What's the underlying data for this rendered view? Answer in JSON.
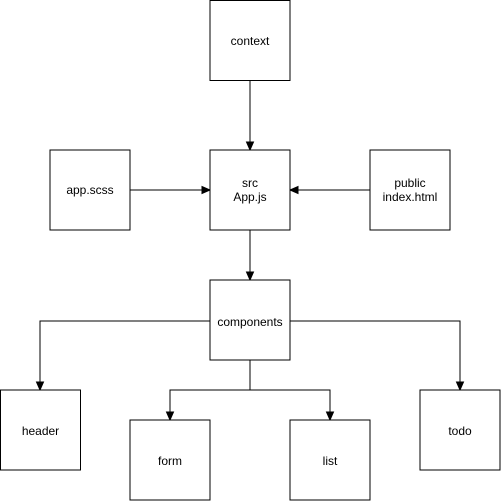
{
  "nodes": {
    "context": {
      "lines": [
        "context"
      ]
    },
    "app_scss": {
      "lines": [
        "app.scss"
      ]
    },
    "src": {
      "lines": [
        "src",
        "App.js"
      ]
    },
    "public": {
      "lines": [
        "public",
        "index.html"
      ]
    },
    "components": {
      "lines": [
        "components"
      ]
    },
    "header": {
      "lines": [
        "header"
      ]
    },
    "form": {
      "lines": [
        "form"
      ]
    },
    "list": {
      "lines": [
        "list"
      ]
    },
    "todo": {
      "lines": [
        "todo"
      ]
    }
  },
  "edges": [
    {
      "from": "context",
      "to": "src"
    },
    {
      "from": "app_scss",
      "to": "src"
    },
    {
      "from": "public",
      "to": "src"
    },
    {
      "from": "src",
      "to": "components"
    },
    {
      "from": "components",
      "to": "header"
    },
    {
      "from": "components",
      "to": "form"
    },
    {
      "from": "components",
      "to": "list"
    },
    {
      "from": "components",
      "to": "todo"
    }
  ]
}
